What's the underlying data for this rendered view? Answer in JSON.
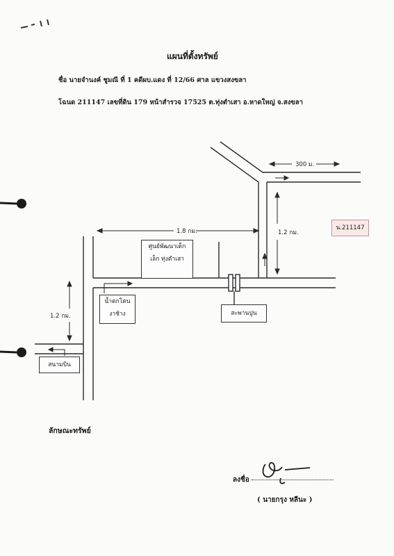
{
  "header": {
    "title": "แผนที่ตั้งทรัพย์",
    "case_line": "ชื่อ นายจำนงค์ ชูมณี  ที่ 1 คดีผบ.แดง ที่ 12/66 ศาล แขวงสงขลา",
    "land_line": "โฉนด 211147 เลขที่ดิน 179 หน้าสำรวจ 17525 ต.ทุ่งตำเสา อ.หาดใหญ่ จ.สงขลา"
  },
  "map": {
    "distances": {
      "top_right": "300 ม.",
      "middle": "1.8 กม.",
      "right_vertical": "1.2 กม.",
      "left_vertical": "1.2 กม."
    },
    "places": {
      "center_line1": "ศูนย์พัฒนาเด็ก",
      "center_line2": "เล็ก ทุ่งตำเสา",
      "waterfall_line1": "น้ำตกโตน",
      "waterfall_line2": "งาช้าง",
      "bridge": "สะพานปูน",
      "stadium": "สนามบิน",
      "deed": "น.211147"
    }
  },
  "footer": {
    "section_title": "ลักษณะทรัพย์",
    "sign_label": "ลงชื่อ",
    "signer": "( นายกรุง หลีนะ )"
  }
}
